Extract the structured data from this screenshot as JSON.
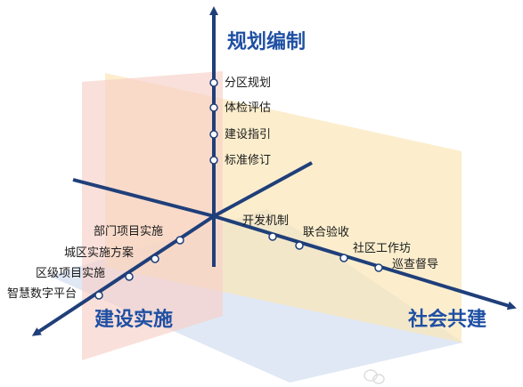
{
  "axes": {
    "vertical": {
      "title": "规划编制",
      "nodes": [
        "分区规划",
        "体检评估",
        "建设指引",
        "标准修订"
      ]
    },
    "left": {
      "title": "建设实施",
      "nodes": [
        "部门项目实施",
        "城区实施方案",
        "区级项目实施",
        "智慧数字平台"
      ]
    },
    "right": {
      "title": "社会共建",
      "nodes": [
        "开发机制",
        "联合验收",
        "社区工作坊",
        "巡查督导"
      ]
    }
  },
  "colors": {
    "axis": "#1f3f7a",
    "title": "#1f4fa3",
    "plane_yellow": "#fbe7b8",
    "plane_pink": "#f8cfc6",
    "plane_blue": "#dbe4f3"
  },
  "watermark_icon": "wechat-icon"
}
